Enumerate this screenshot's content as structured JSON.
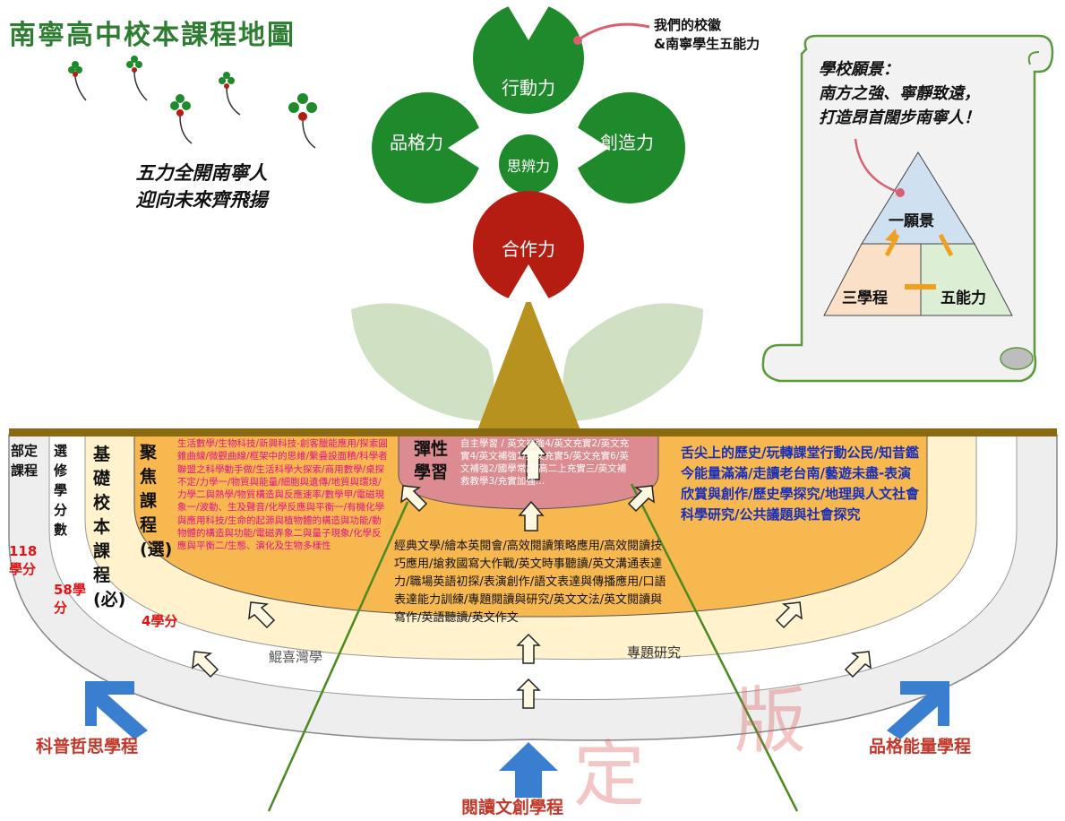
{
  "title": "南寧高中校本課程地圖",
  "slogan": [
    "五力全開南寧人",
    "迎向未來齊飛揚"
  ],
  "badge_note": [
    "我們的校徽",
    "&南寧學生五能力"
  ],
  "abilities": {
    "action": "行動力",
    "character": "品格力",
    "creativity": "創造力",
    "thinking": "思辨力",
    "cooperation": "合作力"
  },
  "vision": {
    "heading": "學校願景：",
    "line1": "南方之強、寧靜致遠，",
    "line2": "打造昂首闊步南寧人！"
  },
  "pyramid": {
    "top": "一願景",
    "left": "三學程",
    "right": "五能力"
  },
  "rings": {
    "ministry": "部定課程",
    "elective_credits": "選修學分數",
    "ministry_credits": "118學分",
    "elective_credit_value": "58學分",
    "basic": "基礎校本課程(必)",
    "focus": "聚焦課程(選)",
    "focus_credits": "4學分",
    "flex": "彈性學習"
  },
  "focus_courses": "生活數學/生物科技/新興科技-創客臘能應用/探索圓錐曲線/微觀曲線/框架中的思維/繫疊設面積/科學者聯盟之科學動手做/生活科學大探索/商用數學/桌探不定/力學一/物質與能量/細胞與遺傳/地質與環境/力學二與熱學/物質構造與反應速率/數學甲/電磁現象一/波動、生及聲音/化學反應與平衡一/有機化學與應用科技/生命的起源與植物體的構造與功能/動物體的構造與功能/電磁弄象二與量子現象/化學反應與平衡二/生態、演化及生物多樣性",
  "flex_courses": "自主學習 / 英文補強4/英文充實2/英文充實4/英文補強1/英文充實5/英文充實6/英文補強2/國學常識/高二上充實三/英文補救教學3/充實加強…",
  "humanities_courses": "舌尖上的歷史/玩轉課堂行動公民/知昔鑑今能量滿滿/走讀老台南/藝遊未盡-表演欣賞與創作/歷史學探究/地理與人文社會科學研究/公共議題與社會探究",
  "language_courses": "經典文學/繪本英閱會/高效閱讀策略應用/高效閱讀技巧應用/搶救國寫大作戰/英文時事聽讀/英文溝通表達力/職場英語初探/表演創作/語文表達與傳播應用/口語表達能力訓練/專題閱讀與研究/英文文法/英文閱讀與寫作/英語聽讀/英文作文",
  "labels": {
    "taiwan": "鯤喜灣學",
    "research": "專題研究"
  },
  "programs": {
    "science": "科普哲思學程",
    "reading": "閱讀文創學程",
    "character": "品格能量學程"
  },
  "watermark": [
    "定",
    "版"
  ],
  "colors": {
    "green": "#1f8a2b",
    "red": "#b51d12",
    "orange": "#f8b850",
    "cream": "#fff2cc",
    "gray": "#eeeeee",
    "pink": "#dc8c90",
    "brown": "#a07a1a"
  }
}
